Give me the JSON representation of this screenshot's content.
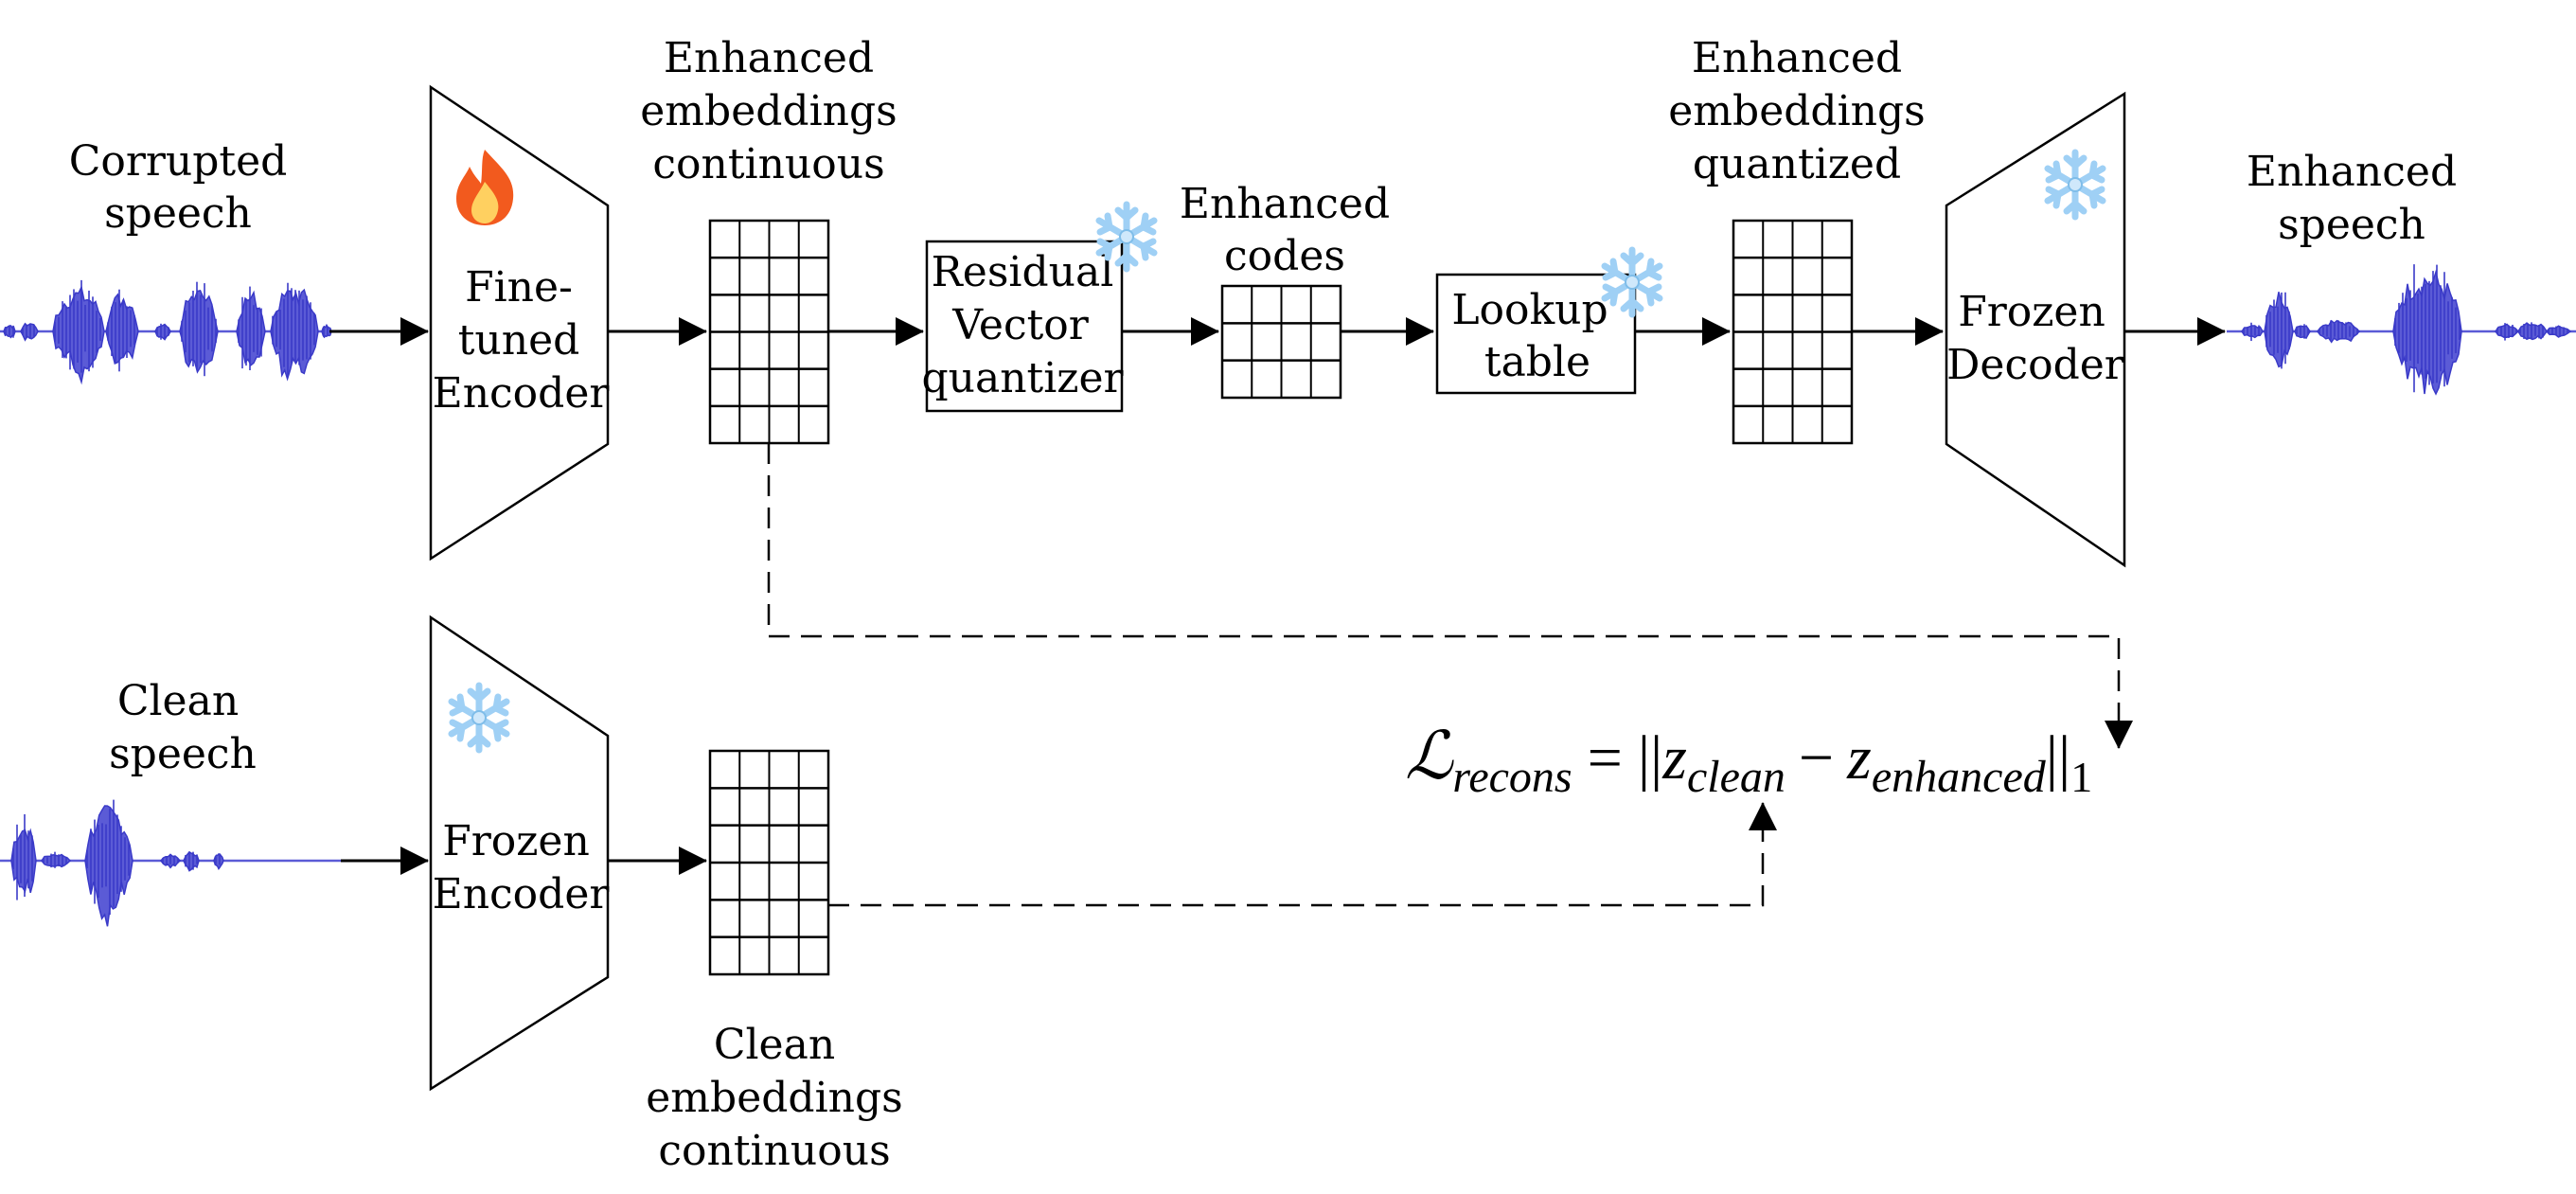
{
  "title": "Speech enhancement via fine-tuned codec encoder",
  "inputs": {
    "corrupted": {
      "label_lines": [
        "Corrupted",
        "speech"
      ],
      "icon": "waveform-icon"
    },
    "clean": {
      "label_lines": [
        "Clean",
        "speech"
      ],
      "icon": "waveform-icon"
    }
  },
  "output": {
    "label_lines": [
      "Enhanced",
      "speech"
    ],
    "icon": "waveform-icon"
  },
  "blocks": {
    "finetuned_encoder": {
      "label_lines": [
        "Fine-",
        "tuned",
        "Encoder"
      ],
      "status_icon": "fire-icon",
      "status": "trainable"
    },
    "rvq": {
      "label_lines": [
        "Residual",
        "Vector",
        "quantizer"
      ],
      "status_icon": "snowflake-icon",
      "status": "frozen"
    },
    "lookup": {
      "label_lines": [
        "Lookup",
        "table"
      ],
      "status_icon": "snowflake-icon",
      "status": "frozen"
    },
    "decoder": {
      "label_lines": [
        "Frozen",
        "Decoder"
      ],
      "status_icon": "snowflake-icon",
      "status": "frozen"
    },
    "frozen_encoder": {
      "label_lines": [
        "Frozen",
        "Encoder"
      ],
      "status_icon": "snowflake-icon",
      "status": "frozen"
    }
  },
  "tensors": {
    "enh_cont": {
      "label_lines": [
        "Enhanced",
        "embeddings",
        "continuous"
      ],
      "cols": 4,
      "rows": 6
    },
    "codes": {
      "label_lines": [
        "Enhanced",
        "codes"
      ],
      "cols": 4,
      "rows": 3
    },
    "enh_quant": {
      "label_lines": [
        "Enhanced",
        "embeddings",
        "quantized"
      ],
      "cols": 4,
      "rows": 6
    },
    "clean_cont": {
      "label_lines": [
        "Clean",
        "embeddings",
        "continuous"
      ],
      "cols": 4,
      "rows": 6
    }
  },
  "loss": {
    "symbol": "ℒ",
    "subscript": "recons",
    "equals": "=",
    "norm_open": "||",
    "z1": "z",
    "z1_sub": "clean",
    "minus": "−",
    "z2": "z",
    "z2_sub": "enhanced",
    "norm_close": "||",
    "norm_order": "1"
  },
  "colors": {
    "waveform": "#5b5bd6",
    "waveform_dark": "#3a3ac8",
    "snowflake": "#9fd0f5",
    "fire_outer": "#f25a1e",
    "fire_inner": "#ffd060",
    "stroke": "#000000"
  }
}
